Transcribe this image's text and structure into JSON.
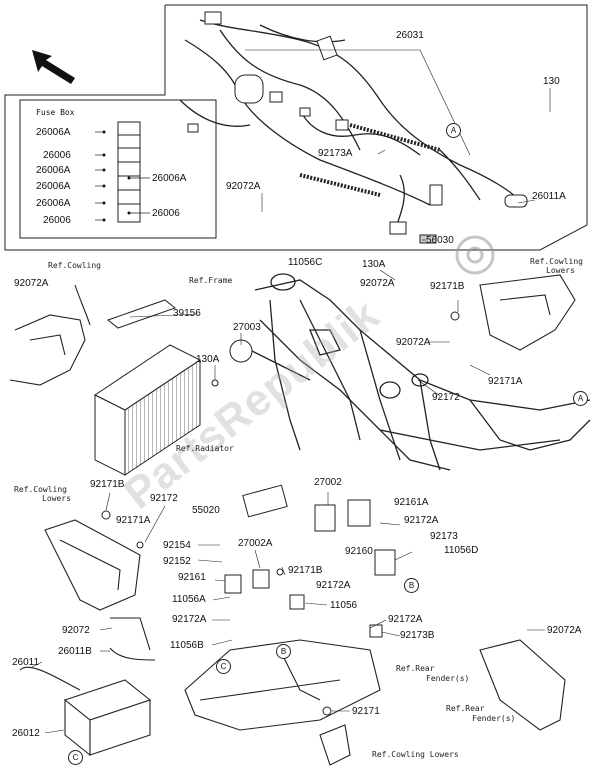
{
  "fuse_box": {
    "title": "Fuse Box",
    "left_labels": [
      "26006A",
      "26006",
      "26006A",
      "26006A",
      "26006A",
      "26006"
    ],
    "right_labels": [
      "26006A",
      "26006"
    ]
  },
  "part_numbers": {
    "p26031": "26031",
    "p130_top": "130",
    "p92173A": "92173A",
    "p92072A_harness": "92072A",
    "p26011A": "26011A",
    "p56030": "56030",
    "p11056C": "11056C",
    "p130A_frame": "130A",
    "p92072A_frame": "92072A",
    "p92171B_right": "92171B",
    "p92072A_left": "92072A",
    "p39156": "39156",
    "p27003": "27003",
    "p130A_rad": "130A",
    "p92072A_mid": "92072A",
    "p92171A_right": "92171A",
    "p92172_right": "92172",
    "p27002": "27002",
    "p92161A": "92161A",
    "p92172A_a": "92172A",
    "p92173": "92173",
    "p11056D": "11056D",
    "p92160": "92160",
    "p92171B_left": "92171B",
    "p92172_left": "92172",
    "p92171A_left": "92171A",
    "p55020": "55020",
    "p92154": "92154",
    "p92152": "92152",
    "p27002A": "27002A",
    "p92161": "92161",
    "p92171B_mid": "92171B",
    "p92172A_b": "92172A",
    "p11056A": "11056A",
    "p11056": "11056",
    "p92172A_c": "92172A",
    "p92172A_d": "92172A",
    "p92173B": "92173B",
    "p11056B": "11056B",
    "p92072": "92072",
    "p26011B": "26011B",
    "p26011": "26011",
    "p26012": "26012",
    "p92171_bottom": "92171",
    "p92072A_bottom": "92072A"
  },
  "references": {
    "ref_cowling_left": "Ref.Cowling",
    "ref_frame": "Ref.Frame",
    "ref_cowling_lowers_right_1": "Ref.Cowling",
    "ref_cowling_lowers_right_2": "Lowers",
    "ref_radiator": "Ref.Radiator",
    "ref_cowling_lowers_left_1": "Ref.Cowling",
    "ref_cowling_lowers_left_2": "Lowers",
    "ref_rear_fender_1a": "Ref.Rear",
    "ref_rear_fender_1b": "Fender(s)",
    "ref_rear_fender_2a": "Ref.Rear",
    "ref_rear_fender_2b": "Fender(s)",
    "ref_cowling_lowers_bottom": "Ref.Cowling Lowers"
  },
  "callouts": {
    "A": "A",
    "B": "B",
    "C": "C"
  },
  "watermark": "PartsRepublik"
}
